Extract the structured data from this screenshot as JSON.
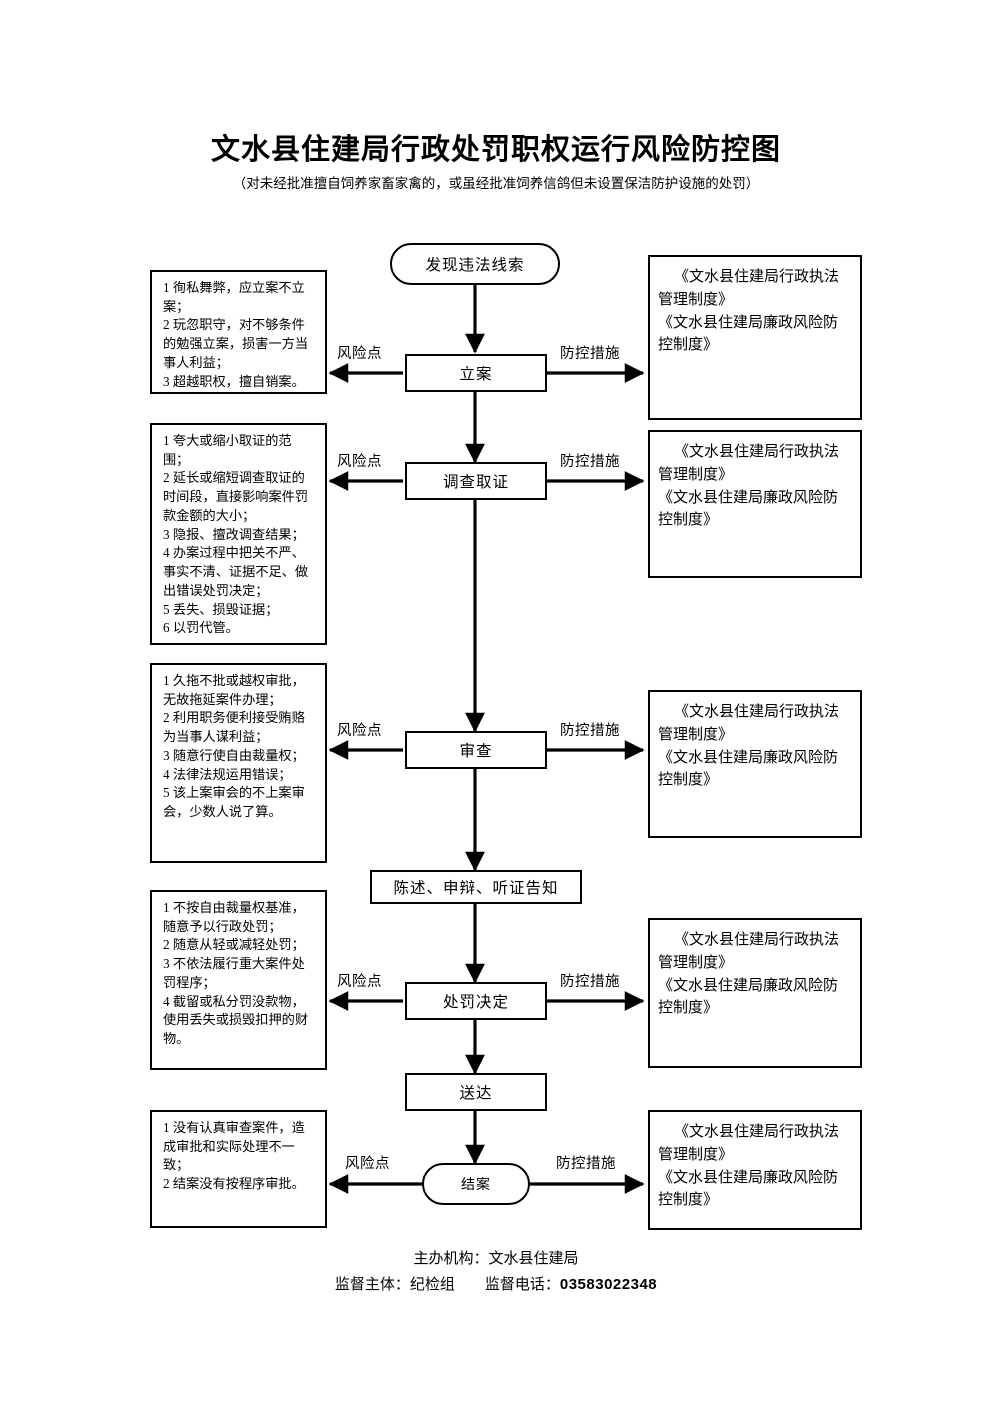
{
  "header": {
    "title": "文水县住建局行政处罚职权运行风险防控图",
    "subtitle": "（对未经批准擅自饲养家畜家禽的，或虽经批准饲养信鸽但未设置保洁防护设施的处罚）"
  },
  "edge_labels": {
    "risk": "风险点",
    "measure": "防控措施"
  },
  "nodes": {
    "start": "发现违法线索",
    "filing": "立案",
    "investigation": "调查取证",
    "review": "审查",
    "notice": "陈述、申辩、听证告知",
    "decision": "处罚决定",
    "delivery": "送达",
    "closure": "结案"
  },
  "risk_panels": [
    {
      "id": "risk-filing",
      "text": "1 徇私舞弊，应立案不立案；\n2 玩忽职守，对不够条件的勉强立案，损害一方当事人利益；\n3 超越职权，擅自销案。"
    },
    {
      "id": "risk-investigation",
      "text": "1 夸大或缩小取证的范围；\n2 延长或缩短调查取证的时间段，直接影响案件罚款金额的大小；\n3 隐报、擅改调查结果；\n4 办案过程中把关不严、事实不清、证据不足、做出错误处罚决定；\n5 丢失、损毁证据；\n6 以罚代管。"
    },
    {
      "id": "risk-review",
      "text": "1 久拖不批或越权审批，无故拖延案件办理；\n2 利用职务便利接受贿赂为当事人谋利益；\n3 随意行使自由裁量权；\n4 法律法规运用错误；\n5 该上案审会的不上案审会，少数人说了算。"
    },
    {
      "id": "risk-decision",
      "text": "1 不按自由裁量权基准，随意予以行政处罚；\n2 随意从轻或减轻处罚；\n3 不依法履行重大案件处罚程序；\n4 截留或私分罚没款物，使用丢失或损毁扣押的财物。"
    },
    {
      "id": "risk-closure",
      "text": "1 没有认真审查案件，造成审批和实际处理不一致；\n2 结案没有按程序审批。"
    }
  ],
  "measure_panels": [
    {
      "id": "measure-filing",
      "text": "《文水县住建局行政执法管理制度》\n《文水县住建局廉政风险防控制度》"
    },
    {
      "id": "measure-investigation",
      "text": "《文水县住建局行政执法管理制度》\n《文水县住建局廉政风险防控制度》"
    },
    {
      "id": "measure-review",
      "text": "《文水县住建局行政执法管理制度》\n《文水县住建局廉政风险防控制度》"
    },
    {
      "id": "measure-decision",
      "text": "《文水县住建局行政执法管理制度》\n《文水县住建局廉政风险防控制度》"
    },
    {
      "id": "measure-closure",
      "text": "《文水县住建局行政执法管理制度》\n《文水县住建局廉政风险防控制度》"
    }
  ],
  "footer": {
    "organizer": "主办机构：文水县住建局",
    "supervisor": "监督主体：纪检组　　监督电话：",
    "phone": "03583022348"
  },
  "colors": {
    "line": "#000000",
    "background": "#ffffff"
  }
}
